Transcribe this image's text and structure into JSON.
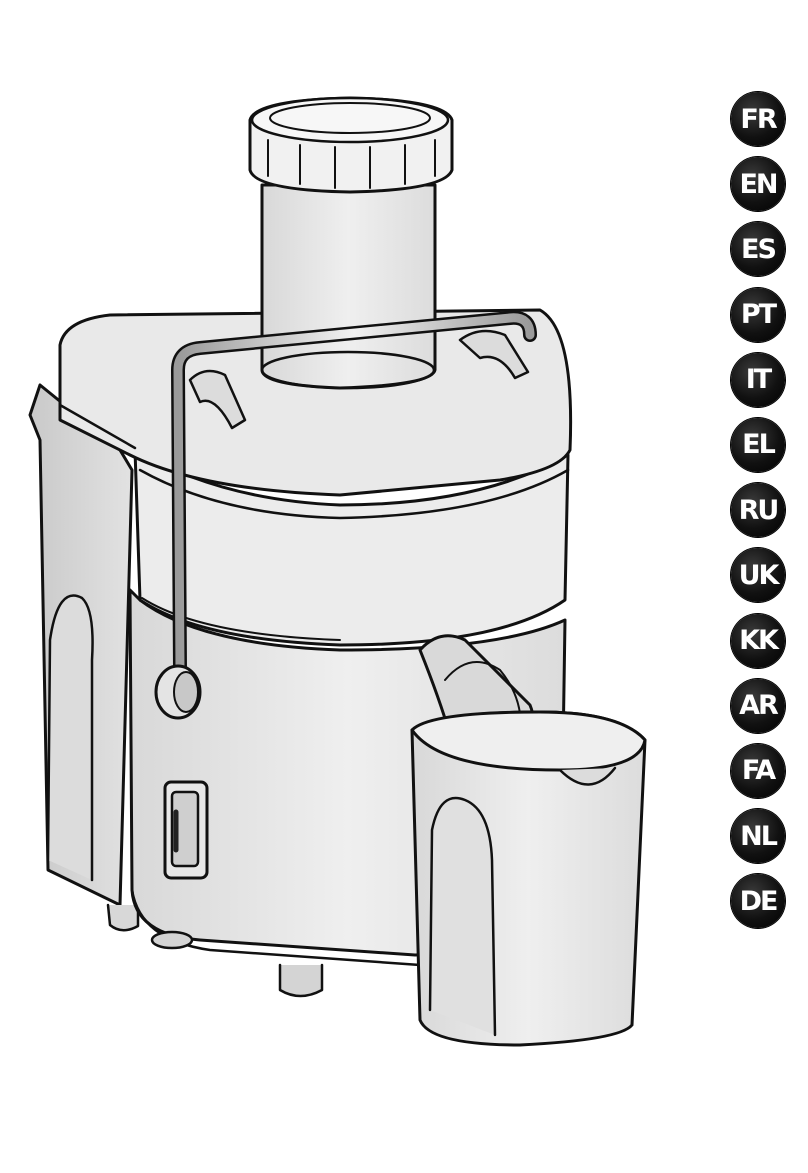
{
  "illustration": {
    "icon": "juicer-appliance-illustration"
  },
  "languages": [
    {
      "code": "FR"
    },
    {
      "code": "EN"
    },
    {
      "code": "ES"
    },
    {
      "code": "PT"
    },
    {
      "code": "IT"
    },
    {
      "code": "EL"
    },
    {
      "code": "RU"
    },
    {
      "code": "UK"
    },
    {
      "code": "KK"
    },
    {
      "code": "AR"
    },
    {
      "code": "FA"
    },
    {
      "code": "NL"
    },
    {
      "code": "DE"
    }
  ],
  "colors": {
    "badge": "#111111",
    "badge_text": "#ffffff",
    "line_art": "#111111",
    "body_fill": "#e6e6e6"
  }
}
